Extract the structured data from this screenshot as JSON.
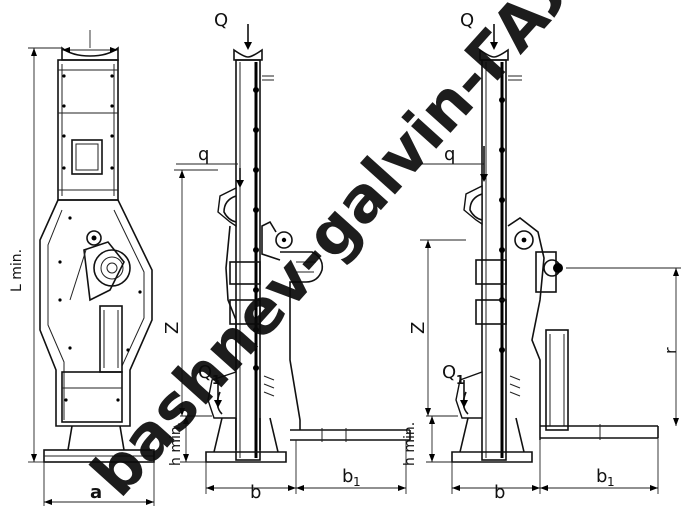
{
  "drawing": {
    "labels": {
      "load_q_left": "Q",
      "load_q_right": "Q",
      "toe_q_left": "q",
      "toe_q_right": "q",
      "toe_load_left": "Q",
      "toe_load_left_sub": "1",
      "toe_load_right": "Q",
      "toe_load_right_sub": "1",
      "length_min": "L min.",
      "height_min_left": "h min.",
      "height_min_right": "h min.",
      "lift_z_left": "Z",
      "lift_z_right": "Z",
      "width_a": "a",
      "base_b_left": "b",
      "base_b_right": "b",
      "crank_b1_left": "b",
      "crank_b1_left_sub": "1",
      "crank_b1_right": "b",
      "crank_b1_right_sub": "1",
      "crank_r": "r"
    },
    "watermark": "bashnev-galvin-ГАЛДВИНГ"
  }
}
